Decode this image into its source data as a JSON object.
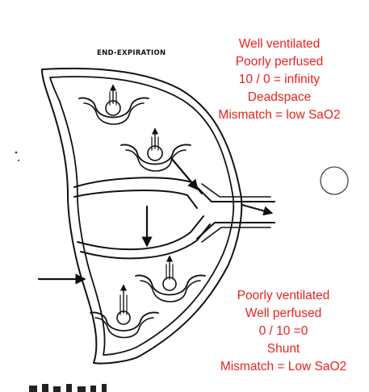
{
  "diagram": {
    "header_label": "END-EXPIRATION",
    "upper_annotation": [
      "Well ventilated",
      "Poorly perfused",
      "10 / 0 = infinity",
      "Deadspace",
      "Mismatch = low SaO2"
    ],
    "lower_annotation": [
      "Poorly ventilated",
      "Well perfused",
      "0 / 10 =0",
      "Shunt",
      "Mismatch = Low SaO2"
    ],
    "annotation_color": "#e8231d",
    "ink_color": "#111111"
  }
}
